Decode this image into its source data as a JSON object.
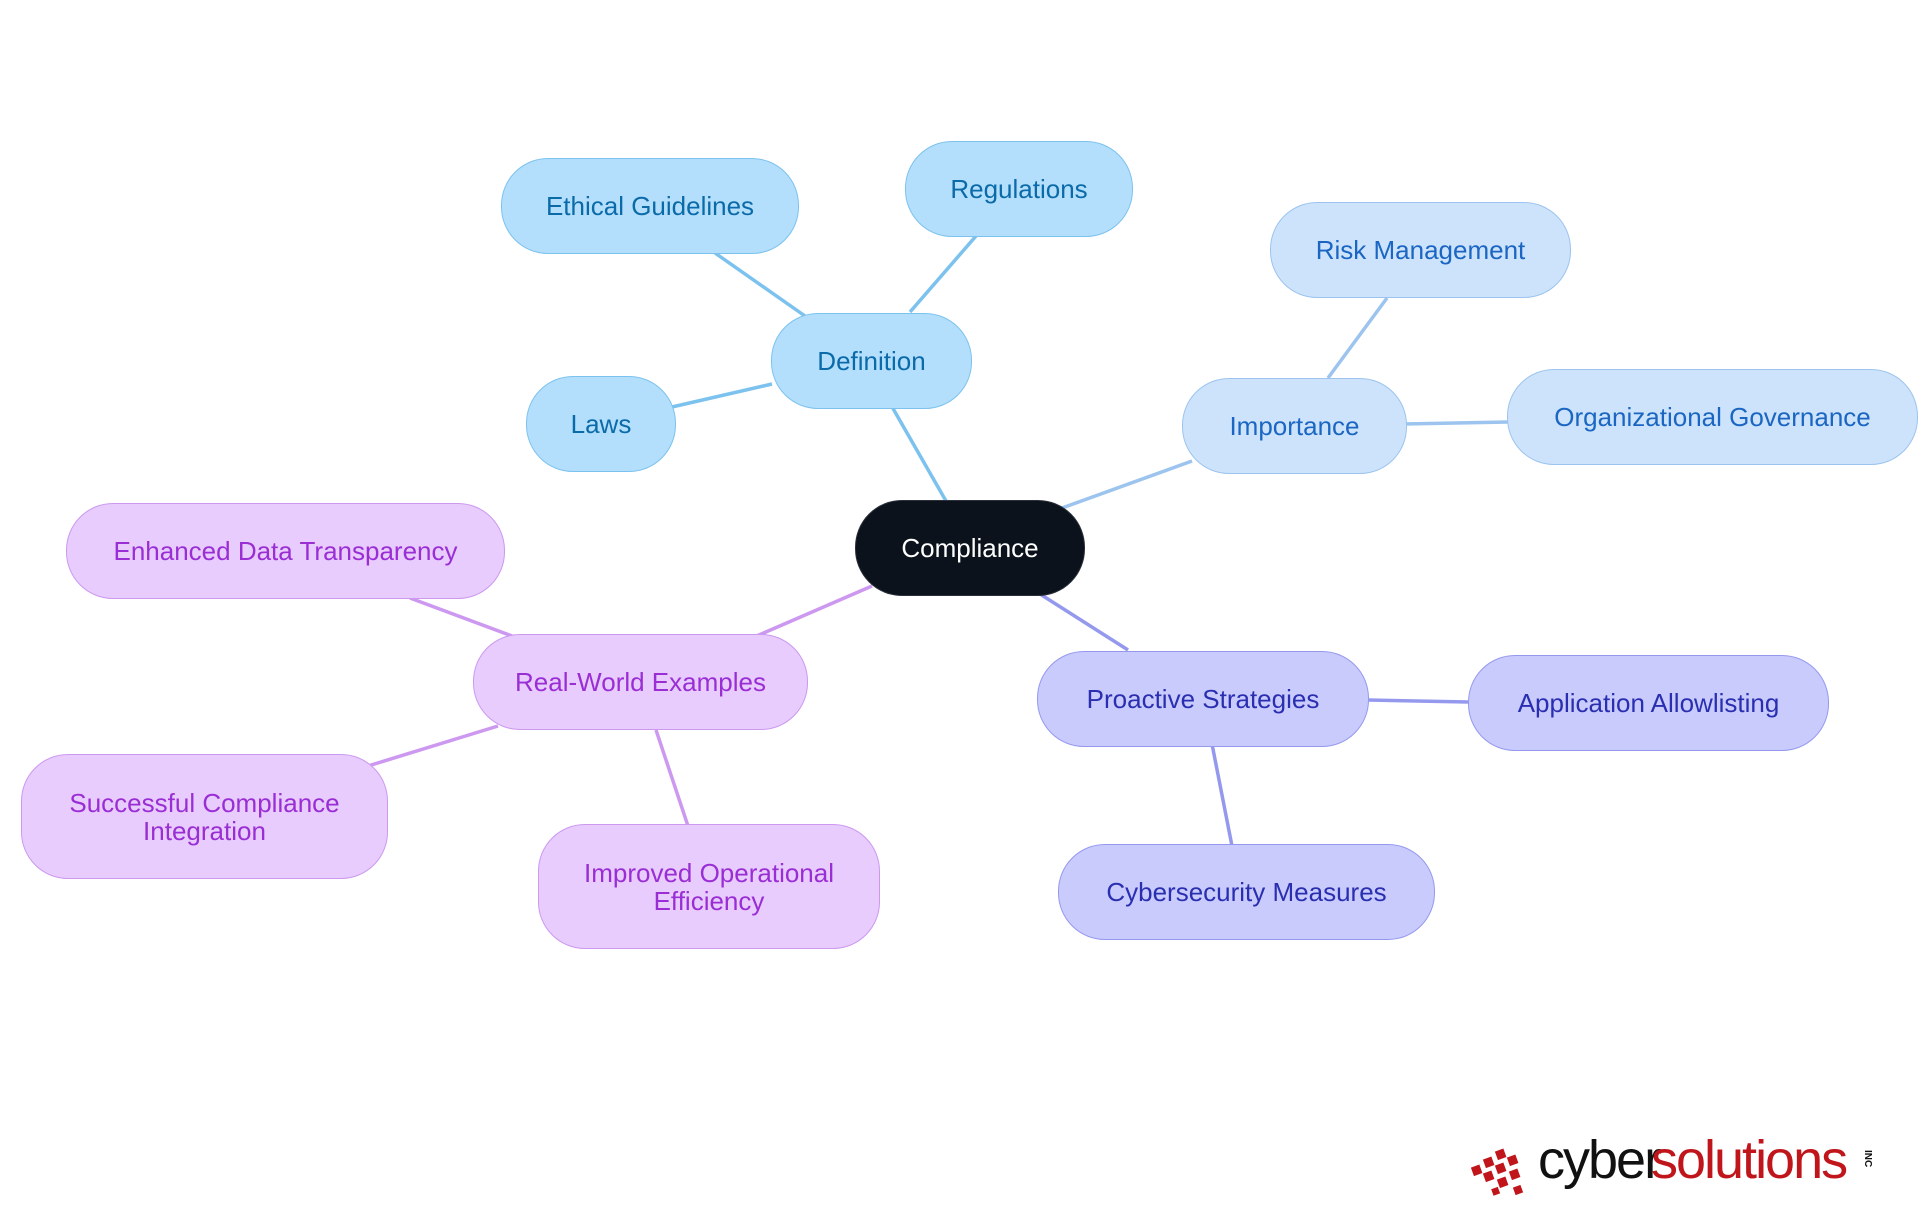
{
  "diagram": {
    "root": {
      "id": "compliance",
      "label": "Compliance"
    },
    "branches": [
      {
        "id": "definition",
        "label": "Definition",
        "color": "#7cc2ee",
        "children": [
          {
            "id": "ethical-guidelines",
            "label": "Ethical Guidelines"
          },
          {
            "id": "regulations",
            "label": "Regulations"
          },
          {
            "id": "laws",
            "label": "Laws"
          }
        ]
      },
      {
        "id": "importance",
        "label": "Importance",
        "color": "#9cc4ee",
        "children": [
          {
            "id": "risk-management",
            "label": "Risk Management"
          },
          {
            "id": "organizational-governance",
            "label": "Organizational Governance"
          }
        ]
      },
      {
        "id": "proactive-strategies",
        "label": "Proactive Strategies",
        "color": "#9599ee",
        "children": [
          {
            "id": "application-allowlisting",
            "label": "Application Allowlisting"
          },
          {
            "id": "cybersecurity-measures",
            "label": "Cybersecurity Measures"
          }
        ]
      },
      {
        "id": "real-world-examples",
        "label": "Real-World Examples",
        "color": "#cd98f0",
        "children": [
          {
            "id": "enhanced-data-transparency",
            "label": "Enhanced Data Transparency"
          },
          {
            "id": "successful-compliance-integration",
            "label": "Successful Compliance\nIntegration"
          },
          {
            "id": "improved-operational-efficiency",
            "label": "Improved Operational\nEfficiency"
          }
        ]
      }
    ]
  },
  "logo": {
    "text_part1": "cyber",
    "text_part2": "solutions",
    "suffix": "INC",
    "brand_color": "#c0161b"
  }
}
